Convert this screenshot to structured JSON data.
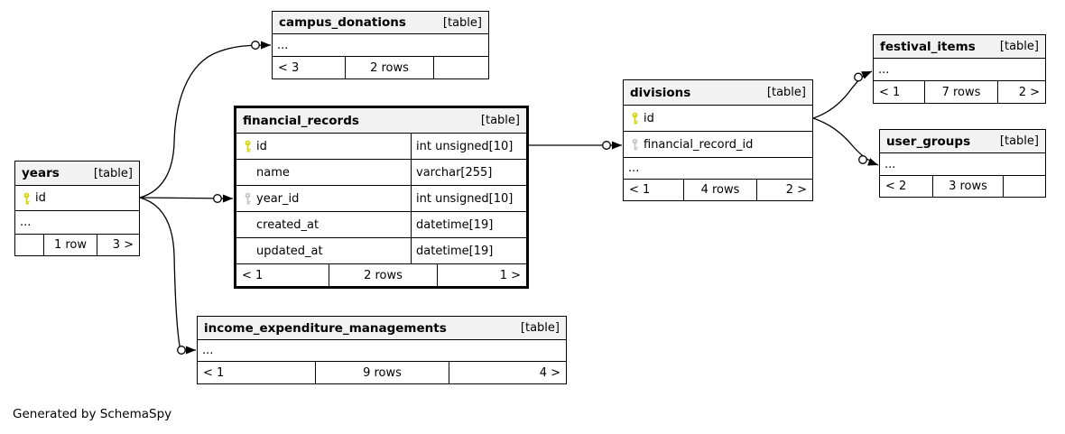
{
  "footer_note": "Generated by SchemaSpy",
  "colors": {
    "table_header_bg": "#f2f2f2",
    "border": "#000000",
    "primary_key_icon": "#d3d400",
    "foreign_key_icon": "#c4c4c4"
  },
  "tables": {
    "campus_donations": {
      "name": "campus_donations",
      "tag": "[table]",
      "ellipsis": "...",
      "footer": [
        "< 3",
        "2 rows",
        ""
      ]
    },
    "financial_records": {
      "name": "financial_records",
      "tag": "[table]",
      "columns": [
        {
          "name": "id",
          "type": "int unsigned[10]",
          "key": "primary"
        },
        {
          "name": "name",
          "type": "varchar[255]",
          "key": ""
        },
        {
          "name": "year_id",
          "type": "int unsigned[10]",
          "key": "foreign"
        },
        {
          "name": "created_at",
          "type": "datetime[19]",
          "key": ""
        },
        {
          "name": "updated_at",
          "type": "datetime[19]",
          "key": ""
        }
      ],
      "footer": [
        "< 1",
        "2 rows",
        "1 >"
      ]
    },
    "years": {
      "name": "years",
      "tag": "[table]",
      "ellipsis": "...",
      "columns": [
        {
          "name": "id",
          "key": "primary"
        }
      ],
      "footer": [
        "",
        "1 row",
        "3 >"
      ]
    },
    "divisions": {
      "name": "divisions",
      "tag": "[table]",
      "ellipsis": "...",
      "columns": [
        {
          "name": "id",
          "key": "primary"
        },
        {
          "name": "financial_record_id",
          "key": "foreign"
        }
      ],
      "footer": [
        "< 1",
        "4 rows",
        "2 >"
      ]
    },
    "festival_items": {
      "name": "festival_items",
      "tag": "[table]",
      "ellipsis": "...",
      "footer": [
        "< 1",
        "7 rows",
        "2 >"
      ]
    },
    "user_groups": {
      "name": "user_groups",
      "tag": "[table]",
      "ellipsis": "...",
      "footer": [
        "< 2",
        "3 rows",
        ""
      ]
    },
    "income_expenditure_managements": {
      "name": "income_expenditure_managements",
      "tag": "[table]",
      "ellipsis": "...",
      "footer": [
        "< 1",
        "9 rows",
        "4 >"
      ]
    }
  },
  "relationships": [
    {
      "from": "years.id",
      "to": "campus_donations"
    },
    {
      "from": "years.id",
      "to": "financial_records.year_id"
    },
    {
      "from": "years.id",
      "to": "income_expenditure_managements"
    },
    {
      "from": "financial_records.id",
      "to": "divisions.financial_record_id"
    },
    {
      "from": "divisions.id",
      "to": "festival_items"
    },
    {
      "from": "divisions.id",
      "to": "user_groups"
    }
  ]
}
